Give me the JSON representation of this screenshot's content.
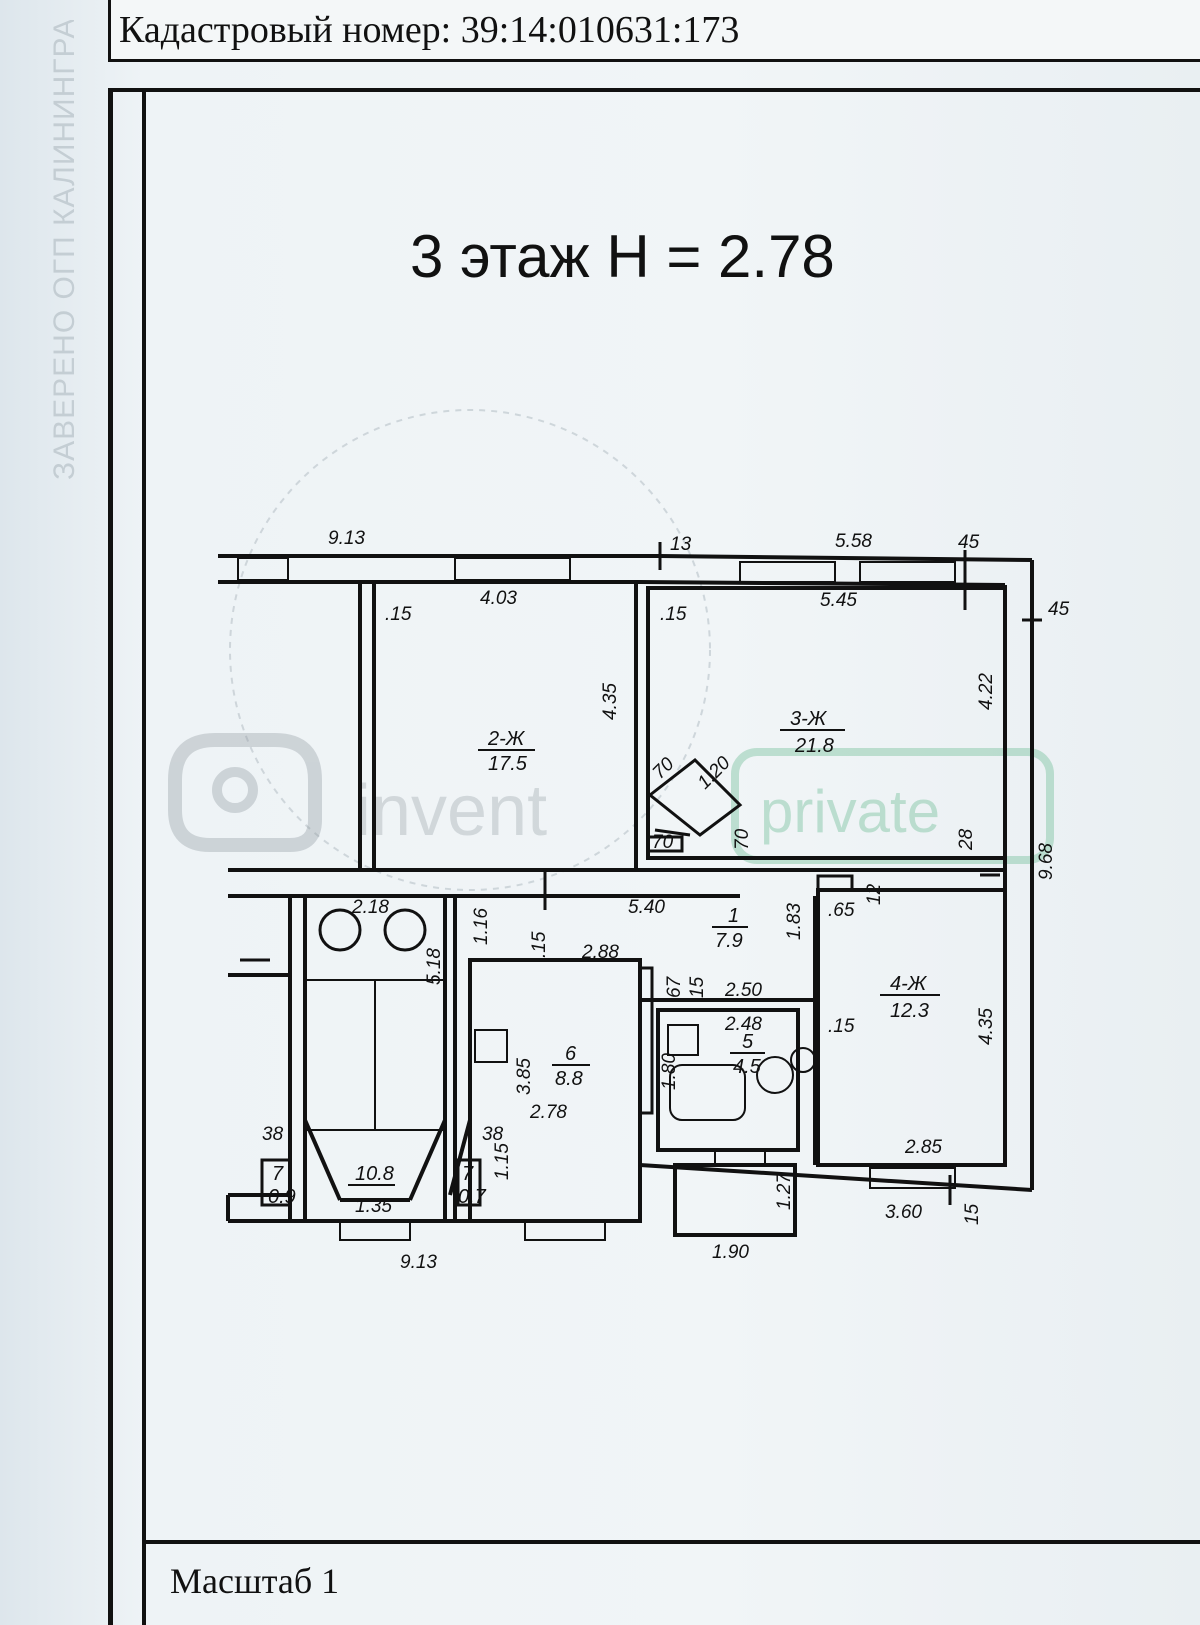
{
  "header": {
    "cadastral": "Кадастровый номер: 39:14:010631:173"
  },
  "title": "3 этаж H = 2.78",
  "footer": {
    "scale": "Масштаб 1"
  },
  "watermark": {
    "text_left": "invent",
    "text_right": "private",
    "color_green": "#7cc3a0"
  },
  "rooms": {
    "r2_label": "2-Ж",
    "r2_area": "17.5",
    "r3_label": "3-Ж",
    "r3_area": "21.8",
    "r1_label": "1",
    "r1_area": "7.9",
    "r4_label": "4-Ж",
    "r4_area": "12.3",
    "r5_label": "5",
    "r5_area": "4.5",
    "r6_label": "6",
    "r6_area": "8.8",
    "stair_area": "10.8",
    "closet_left_label": "7",
    "closet_left_area": "0.9",
    "closet_right_label": "7",
    "closet_right_area": "0.7"
  },
  "dims": {
    "top_left": "9.13",
    "top_right": "5.58",
    "top_mid": "13",
    "top_corner": "45",
    "r2_width": "4.03",
    "r2_wall": ".15",
    "r2_height": "4.35",
    "r3_width": "5.45",
    "r3_wall": ".15",
    "r3_height": "4.22",
    "right_wall": "45",
    "total_height": "9.68",
    "door_a": "70",
    "door_b": "1.20",
    "door_c": "70",
    "door_d": "70",
    "wall_28": "28",
    "corridor_len": "5.40",
    "stair_w": "2.18",
    "stair_h": "5.18",
    "wall_116": "1.16",
    "kitchen_w": "2.88",
    "wall_15a": ".15",
    "hall_h": "1.83",
    "r4_door": ".65",
    "r4_corner": "12",
    "wall_67": "67",
    "wall_15b": "15",
    "bath_w_outer": "2.50",
    "bath_w_inner": "2.48",
    "r4_wall": ".15",
    "r4_height": "4.35",
    "kitchen_h": "3.85",
    "kitchen_ceiling": "2.78",
    "bath_h": "1.80",
    "wall_38a": "38",
    "wall_38b": "38",
    "closet_h": "1.15",
    "stair_bottom": "1.35",
    "r4_width": "2.85",
    "balcony_h": "1.27",
    "bottom_r4": "3.60",
    "bottom_corner": "15",
    "bottom_left": "9.13",
    "balcony_w": "1.90"
  },
  "side_stamp": "ЗАВЕРЕНО ОГП КАЛИНИНГРАД"
}
